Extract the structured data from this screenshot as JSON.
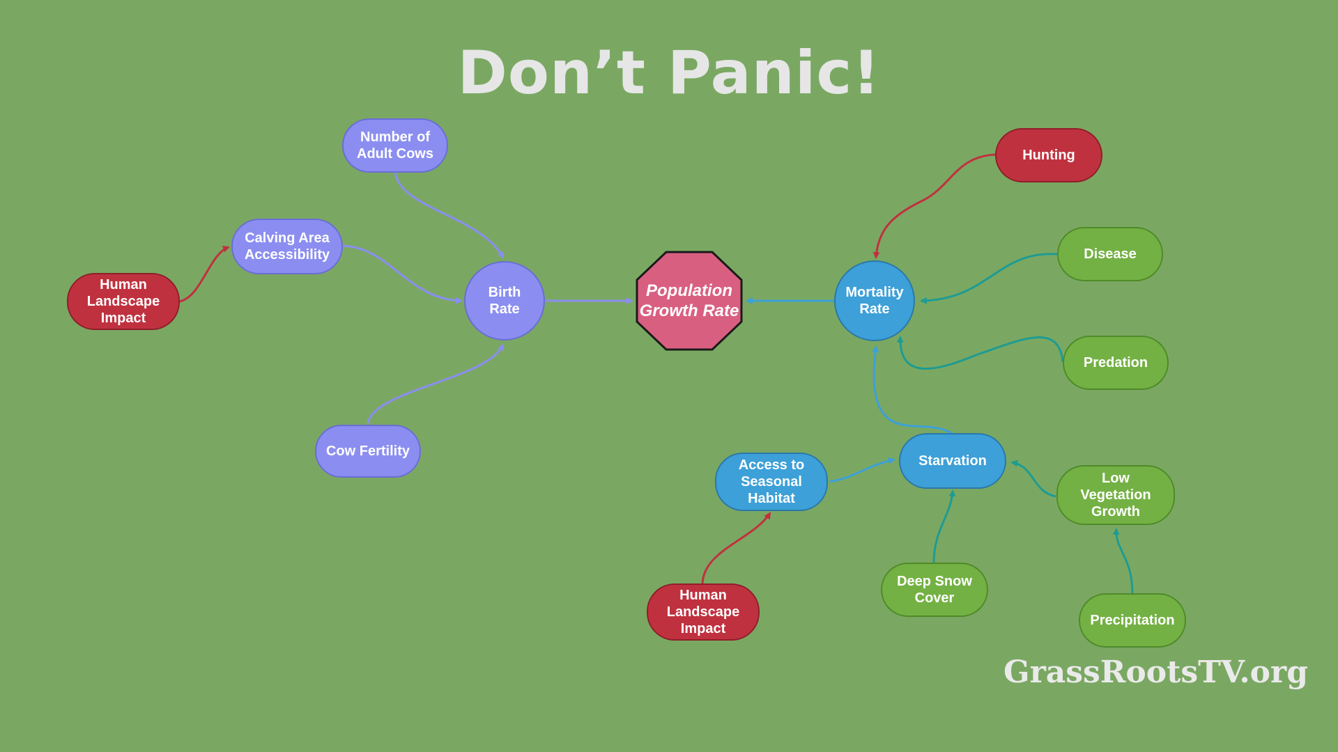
{
  "title": "Don’t Panic!",
  "watermark": "GrassRootsTV.org",
  "nodes": {
    "number_of_adult_cows": "Number of Adult Cows",
    "calving_area_accessibility": "Calving Area Accessibility",
    "human_landscape_impact_left": "Human Landscape Impact",
    "birth_rate": "Birth Rate",
    "cow_fertility": "Cow Fertility",
    "population_growth_rate": "Population Growth Rate",
    "mortality_rate": "Mortality Rate",
    "hunting": "Hunting",
    "disease": "Disease",
    "predation": "Predation",
    "starvation": "Starvation",
    "access_to_seasonal_habitat": "Access to Seasonal Habitat",
    "low_vegetation_growth": "Low Vegetation Growth",
    "deep_snow_cover": "Deep Snow Cover",
    "precipitation": "Precipitation",
    "human_landscape_impact_bottom": "Human Landscape Impact"
  },
  "colors": {
    "background": "#7aa862",
    "purple": "#8b8ef0",
    "red": "#c0313f",
    "blue": "#3da0d8",
    "green": "#74b144",
    "center": "#d95f80",
    "teal_arrow": "#1f9b92"
  }
}
